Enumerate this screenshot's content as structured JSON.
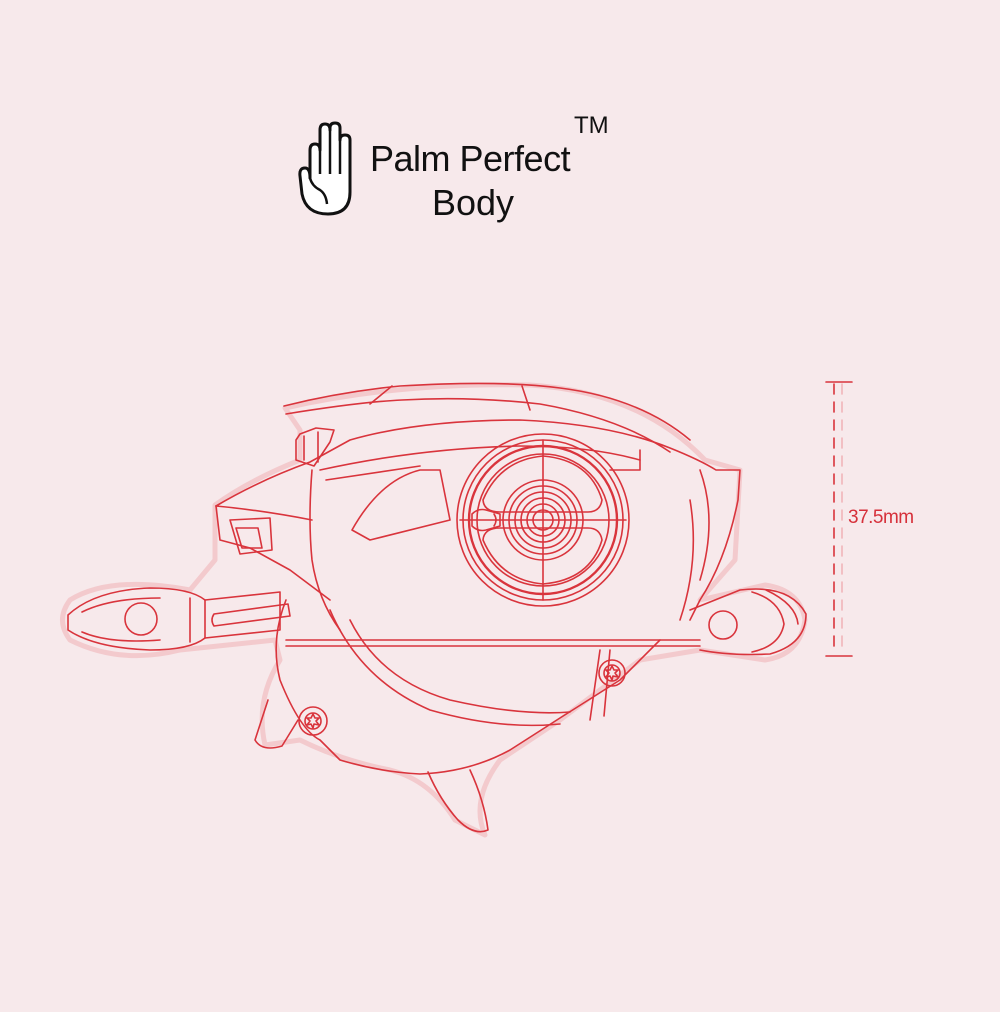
{
  "header": {
    "icon": "hand-palm-icon",
    "title_line1": "Palm Perfect",
    "trademark": "TM",
    "title_line2": "Body"
  },
  "diagram": {
    "subject": "baitcasting reel line drawing",
    "dimension": {
      "label": "37.5mm",
      "orientation": "vertical"
    },
    "colors": {
      "background": "#f7e9eb",
      "line": "#d9343c",
      "text": "#111111"
    }
  }
}
